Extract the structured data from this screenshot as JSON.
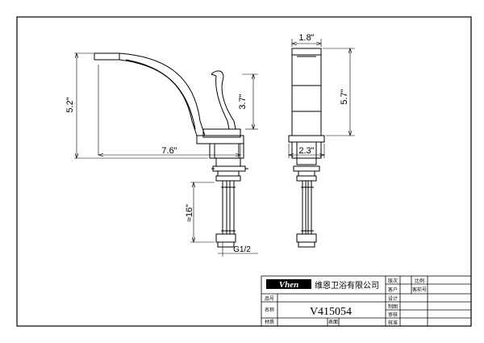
{
  "dimensions": {
    "height_total": "5.2\"",
    "spout_height": "3.7\"",
    "reach": "7.6\"",
    "hose_length": "≈16\"",
    "thread": "G1/2",
    "side_width_top": "1.8\"",
    "side_height": "5.7\"",
    "side_base_width": "2.3\""
  },
  "title_block": {
    "logo": "Vhen",
    "company": "维恩卫浴有限公司",
    "model": "V415054",
    "labels": {
      "ver": "版次",
      "customer": "客户",
      "design": "设计",
      "drawing": "制图",
      "review": "审核",
      "approve": "核准",
      "item_no": "品号",
      "name": "名称",
      "material": "材质",
      "surface": "表面",
      "scale": "比例",
      "customer_item": "客前号"
    }
  }
}
